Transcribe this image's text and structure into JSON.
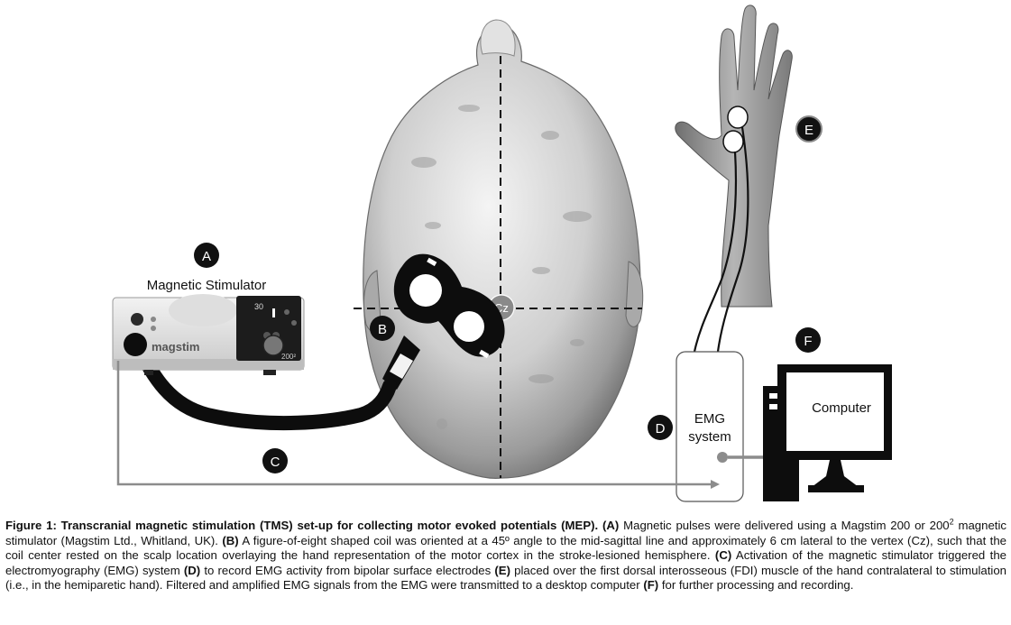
{
  "diagram": {
    "labels": {
      "a": "A",
      "b": "B",
      "c": "C",
      "d": "D",
      "e": "E",
      "f": "F",
      "cz": "Cz"
    },
    "stimulator": {
      "title": "Magnetic Stimulator",
      "brand": "magstim",
      "display": "30",
      "model": "200²"
    },
    "emg_box": {
      "line1": "EMG",
      "line2": "system"
    },
    "computer_label": "Computer",
    "colors": {
      "label_circle": "#111111",
      "cz_circle": "#8a8a8a",
      "wire": "#9a9a9a",
      "coil": "#0d0d0d"
    }
  },
  "caption": {
    "parts": [
      {
        "b": true,
        "t": "Figure 1: Transcranial magnetic stimulation (TMS) set-up for collecting motor evoked potentials (MEP). (A)"
      },
      {
        "b": false,
        "t": " Magnetic pulses were delivered using a Magstim 200 or 200"
      },
      {
        "b": false,
        "t": "2",
        "sup": true
      },
      {
        "b": false,
        "t": " magnetic stimulator (Magstim Ltd., Whitland, UK). "
      },
      {
        "b": true,
        "t": "(B)"
      },
      {
        "b": false,
        "t": " A figure-of-eight shaped coil was oriented at a 45º angle to the mid-sagittal line and approximately 6 cm lateral to the vertex (Cz), such that the coil center rested on the scalp location overlaying the hand representation of the motor cortex in the stroke-lesioned hemisphere. "
      },
      {
        "b": true,
        "t": "(C)"
      },
      {
        "b": false,
        "t": " Activation of the magnetic stimulator triggered the electromyography (EMG) system "
      },
      {
        "b": true,
        "t": "(D)"
      },
      {
        "b": false,
        "t": " to record EMG activity from bipolar surface electrodes "
      },
      {
        "b": true,
        "t": "(E)"
      },
      {
        "b": false,
        "t": " placed over the first dorsal interosseous (FDI) muscle of the hand contralateral to stimulation (i.e., in the hemiparetic hand). Filtered and amplified EMG signals from the EMG were transmitted to a desktop computer "
      },
      {
        "b": true,
        "t": "(F)"
      },
      {
        "b": false,
        "t": " for further processing and recording."
      }
    ]
  }
}
